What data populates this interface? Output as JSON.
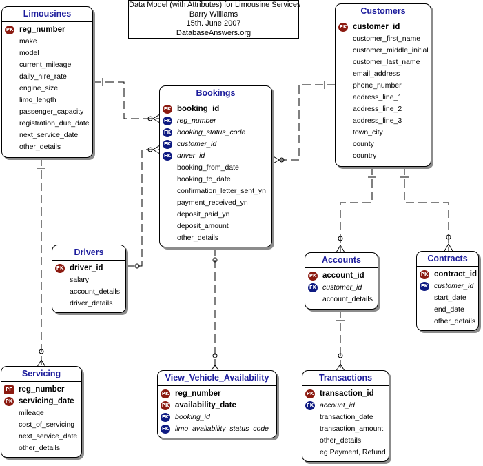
{
  "header": {
    "line1": "Data Model (with Attributes) for Limousine Services",
    "line2": "Barry Williams",
    "line3": "15th. June 2007",
    "line4": "DatabaseAnswers.org"
  },
  "entities": {
    "limousines": {
      "name": "Limousines",
      "attributes": [
        {
          "key": "PK",
          "name": "reg_number"
        },
        {
          "key": "",
          "name": "make"
        },
        {
          "key": "",
          "name": "model"
        },
        {
          "key": "",
          "name": "current_mileage"
        },
        {
          "key": "",
          "name": "daily_hire_rate"
        },
        {
          "key": "",
          "name": "engine_size"
        },
        {
          "key": "",
          "name": "limo_length"
        },
        {
          "key": "",
          "name": "passenger_capacity"
        },
        {
          "key": "",
          "name": "registration_due_date"
        },
        {
          "key": "",
          "name": "next_service_date"
        },
        {
          "key": "",
          "name": "other_details"
        }
      ]
    },
    "bookings": {
      "name": "Bookings",
      "attributes": [
        {
          "key": "PK",
          "name": "booking_id"
        },
        {
          "key": "FK",
          "name": "reg_number"
        },
        {
          "key": "FK",
          "name": "booking_status_code"
        },
        {
          "key": "FK",
          "name": "customer_id"
        },
        {
          "key": "FK",
          "name": "driver_id"
        },
        {
          "key": "",
          "name": "booking_from_date"
        },
        {
          "key": "",
          "name": "booking_to_date"
        },
        {
          "key": "",
          "name": "confirmation_letter_sent_yn"
        },
        {
          "key": "",
          "name": "payment_received_yn"
        },
        {
          "key": "",
          "name": "deposit_paid_yn"
        },
        {
          "key": "",
          "name": "deposit_amount"
        },
        {
          "key": "",
          "name": "other_details"
        }
      ]
    },
    "customers": {
      "name": "Customers",
      "attributes": [
        {
          "key": "PK",
          "name": "customer_id"
        },
        {
          "key": "",
          "name": "customer_first_name"
        },
        {
          "key": "",
          "name": "customer_middle_initial"
        },
        {
          "key": "",
          "name": "customer_last_name"
        },
        {
          "key": "",
          "name": "email_address"
        },
        {
          "key": "",
          "name": "phone_number"
        },
        {
          "key": "",
          "name": "address_line_1"
        },
        {
          "key": "",
          "name": "address_line_2"
        },
        {
          "key": "",
          "name": "address_line_3"
        },
        {
          "key": "",
          "name": "town_city"
        },
        {
          "key": "",
          "name": "county"
        },
        {
          "key": "",
          "name": "country"
        }
      ]
    },
    "drivers": {
      "name": "Drivers",
      "attributes": [
        {
          "key": "PK",
          "name": "driver_id"
        },
        {
          "key": "",
          "name": "salary"
        },
        {
          "key": "",
          "name": "account_details"
        },
        {
          "key": "",
          "name": "driver_details"
        }
      ]
    },
    "accounts": {
      "name": "Accounts",
      "attributes": [
        {
          "key": "PK",
          "name": "account_id"
        },
        {
          "key": "FK",
          "name": "customer_id"
        },
        {
          "key": "",
          "name": "account_details"
        }
      ]
    },
    "contracts": {
      "name": "Contracts",
      "attributes": [
        {
          "key": "PK",
          "name": "contract_id"
        },
        {
          "key": "FK",
          "name": "customer_id"
        },
        {
          "key": "",
          "name": "start_date"
        },
        {
          "key": "",
          "name": "end_date"
        },
        {
          "key": "",
          "name": "other_details"
        }
      ]
    },
    "servicing": {
      "name": "Servicing",
      "attributes": [
        {
          "key": "PF",
          "name": "reg_number"
        },
        {
          "key": "PK",
          "name": "servicing_date"
        },
        {
          "key": "",
          "name": "mileage"
        },
        {
          "key": "",
          "name": "cost_of_servicing"
        },
        {
          "key": "",
          "name": "next_service_date"
        },
        {
          "key": "",
          "name": "other_details"
        }
      ]
    },
    "view_vehicle_availability": {
      "name": "View_Vehicle_Availability",
      "attributes": [
        {
          "key": "PK",
          "name": "reg_number"
        },
        {
          "key": "PK",
          "name": "availability_date"
        },
        {
          "key": "FK",
          "name": "booking_id"
        },
        {
          "key": "FK",
          "name": "limo_availability_status_code"
        }
      ]
    },
    "transactions": {
      "name": "Transactions",
      "attributes": [
        {
          "key": "PK",
          "name": "transaction_id"
        },
        {
          "key": "FK",
          "name": "account_id"
        },
        {
          "key": "",
          "name": "transaction_date"
        },
        {
          "key": "",
          "name": "transaction_amount"
        },
        {
          "key": "",
          "name": "other_details"
        },
        {
          "key": "",
          "name": "eg Payment, Refund"
        }
      ]
    }
  },
  "relationships": [
    {
      "from": "Limousines",
      "to": "Bookings",
      "style": "one-to-many-optional"
    },
    {
      "from": "Customers",
      "to": "Bookings",
      "style": "one-to-many-optional"
    },
    {
      "from": "Drivers",
      "to": "Bookings",
      "style": "one-to-many-optional"
    },
    {
      "from": "Limousines",
      "to": "Servicing",
      "style": "one-to-many-optional"
    },
    {
      "from": "Bookings",
      "to": "View_Vehicle_Availability",
      "style": "one-to-many-optional"
    },
    {
      "from": "Customers",
      "to": "Accounts",
      "style": "one-to-many-optional"
    },
    {
      "from": "Customers",
      "to": "Contracts",
      "style": "one-to-many-optional"
    },
    {
      "from": "Accounts",
      "to": "Transactions",
      "style": "one-to-many-optional"
    }
  ],
  "colors": {
    "entity_title": "#1c1c9c",
    "pk_badge": "#8b1a10",
    "fk_badge": "#0e1a82",
    "shadow": "#8c8c8c"
  }
}
